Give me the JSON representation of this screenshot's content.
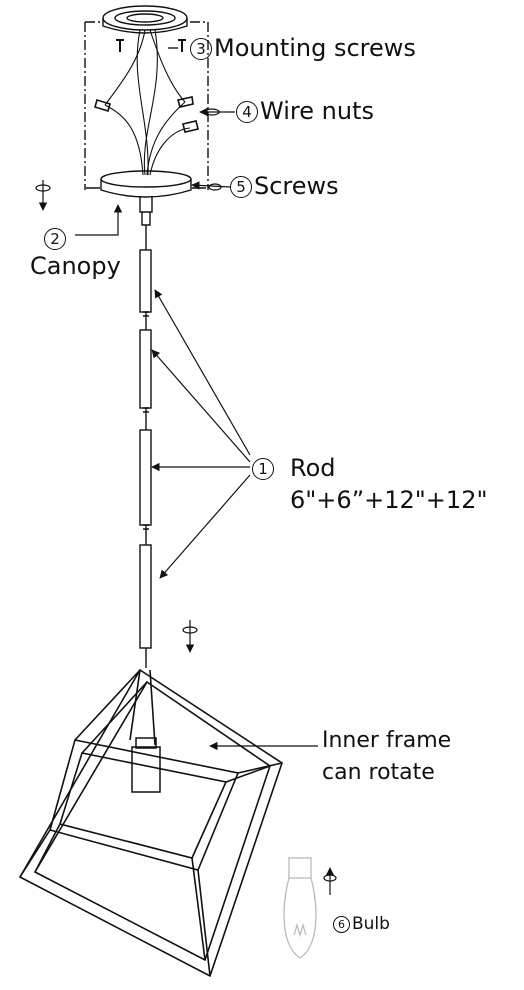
{
  "colors": {
    "ink": "#111111",
    "background": "#ffffff"
  },
  "labels": {
    "mounting_screws": {
      "num": "3",
      "text": "Mounting screws"
    },
    "wire_nuts": {
      "num": "4",
      "text": "Wire nuts"
    },
    "screws": {
      "num": "5",
      "text": "Screws"
    },
    "canopy": {
      "num": "2",
      "text": "Canopy"
    },
    "rod": {
      "num": "1",
      "text": "Rod",
      "dims": "6\"+6”+12\"+12\""
    },
    "inner_frame": {
      "line1": "Inner frame",
      "line2": "can rotate"
    },
    "bulb": {
      "num": "6",
      "text": "Bulb"
    }
  },
  "icons": [
    "rotate-arrow-icon",
    "bulb-icon"
  ]
}
